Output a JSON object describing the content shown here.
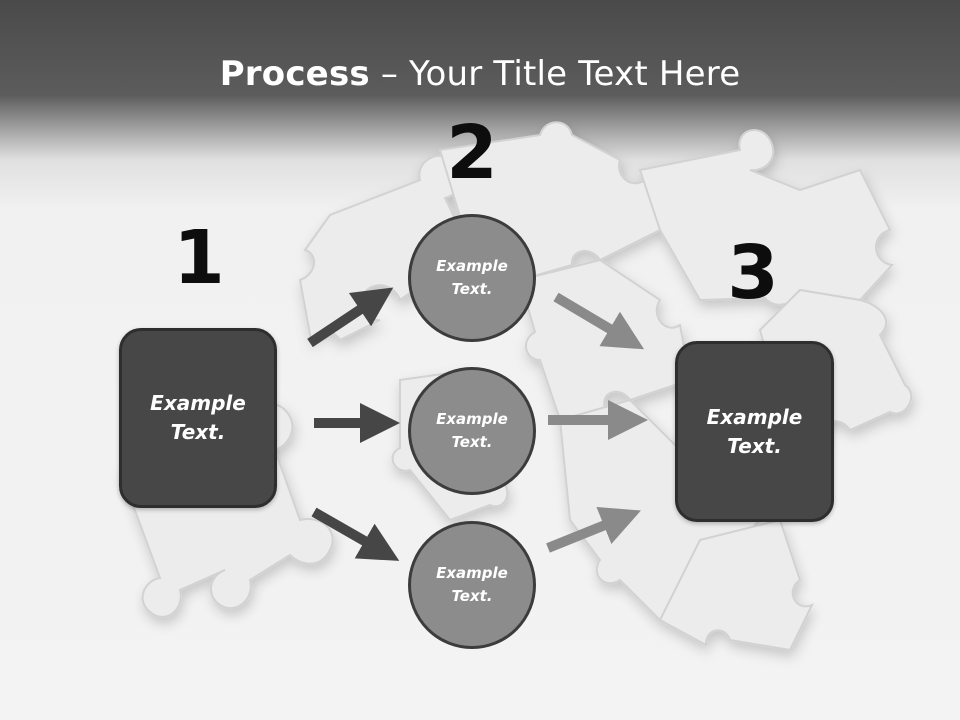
{
  "slide": {
    "title_bold": "Process",
    "title_rest": " – Your Title Text Here"
  },
  "steps": {
    "one": "1",
    "two": "2",
    "three": "3"
  },
  "nodes": {
    "left_box": {
      "line1": "Example",
      "line2": "Text."
    },
    "circle_top": {
      "line1": "Example",
      "line2": "Text."
    },
    "circle_middle": {
      "line1": "Example",
      "line2": "Text."
    },
    "circle_bottom": {
      "line1": "Example",
      "line2": "Text."
    },
    "right_box": {
      "line1": "Example",
      "line2": "Text."
    }
  },
  "colors": {
    "header": "#4a4a4a",
    "dark_box": "#474747",
    "circle_fill": "#8c8c8c",
    "arrow_dark": "#464646",
    "arrow_light": "#8a8a8a",
    "background": "#f3f3f3"
  }
}
